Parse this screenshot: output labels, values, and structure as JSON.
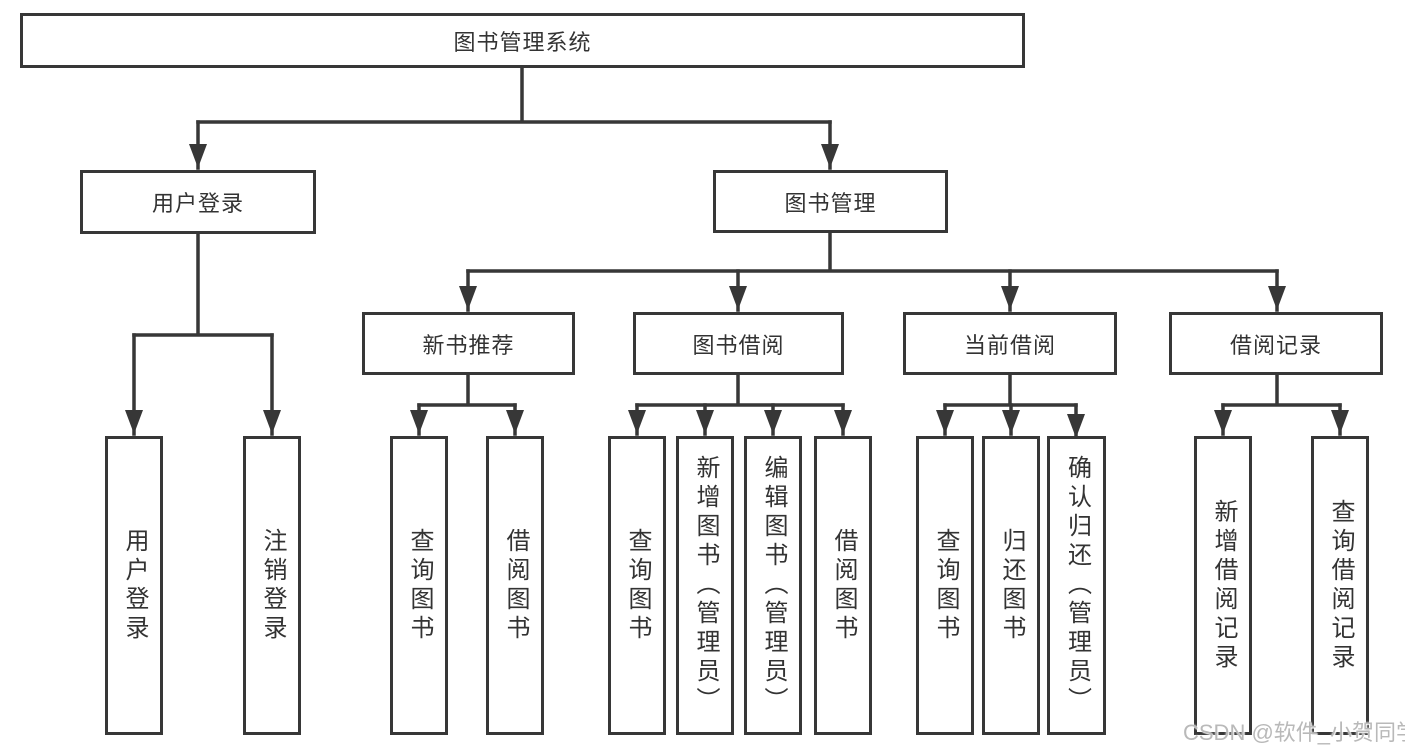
{
  "diagram": {
    "colors": {
      "line": "#373737",
      "box_border": "#373737",
      "text": "#333333",
      "watermark": "#b9b9b9",
      "background": "#ffffff"
    },
    "nodes": {
      "root": "图书管理系统",
      "user_login": "用户登录",
      "book_mgmt": "图书管理",
      "leaf_user_login": "用户登录",
      "leaf_logout": "注销登录",
      "new_book_rec": "新书推荐",
      "book_borrow": "图书借阅",
      "current_borrow": "当前借阅",
      "borrow_records": "借阅记录",
      "nbr_query": "查询图书",
      "nbr_borrow": "借阅图书",
      "bb_query": "查询图书",
      "bb_add": "新增图书（管理员）",
      "bb_edit": "编辑图书（管理员）",
      "bb_borrow": "借阅图书",
      "cb_query": "查询图书",
      "cb_return": "归还图书",
      "cb_confirm": "确认归还（管理员）",
      "br_add": "新增借阅记录",
      "br_query": "查询借阅记录"
    },
    "edges": [
      {
        "parent": "root",
        "children": [
          "user_login",
          "book_mgmt"
        ]
      },
      {
        "parent": "user_login",
        "children": [
          "leaf_user_login",
          "leaf_logout"
        ]
      },
      {
        "parent": "book_mgmt",
        "children": [
          "new_book_rec",
          "book_borrow",
          "current_borrow",
          "borrow_records"
        ]
      },
      {
        "parent": "new_book_rec",
        "children": [
          "nbr_query",
          "nbr_borrow"
        ]
      },
      {
        "parent": "book_borrow",
        "children": [
          "bb_query",
          "bb_add",
          "bb_edit",
          "bb_borrow"
        ]
      },
      {
        "parent": "current_borrow",
        "children": [
          "cb_query",
          "cb_return",
          "cb_confirm"
        ]
      },
      {
        "parent": "borrow_records",
        "children": [
          "br_add",
          "br_query"
        ]
      }
    ],
    "watermark": "CSDN @软件_小贺同学"
  }
}
